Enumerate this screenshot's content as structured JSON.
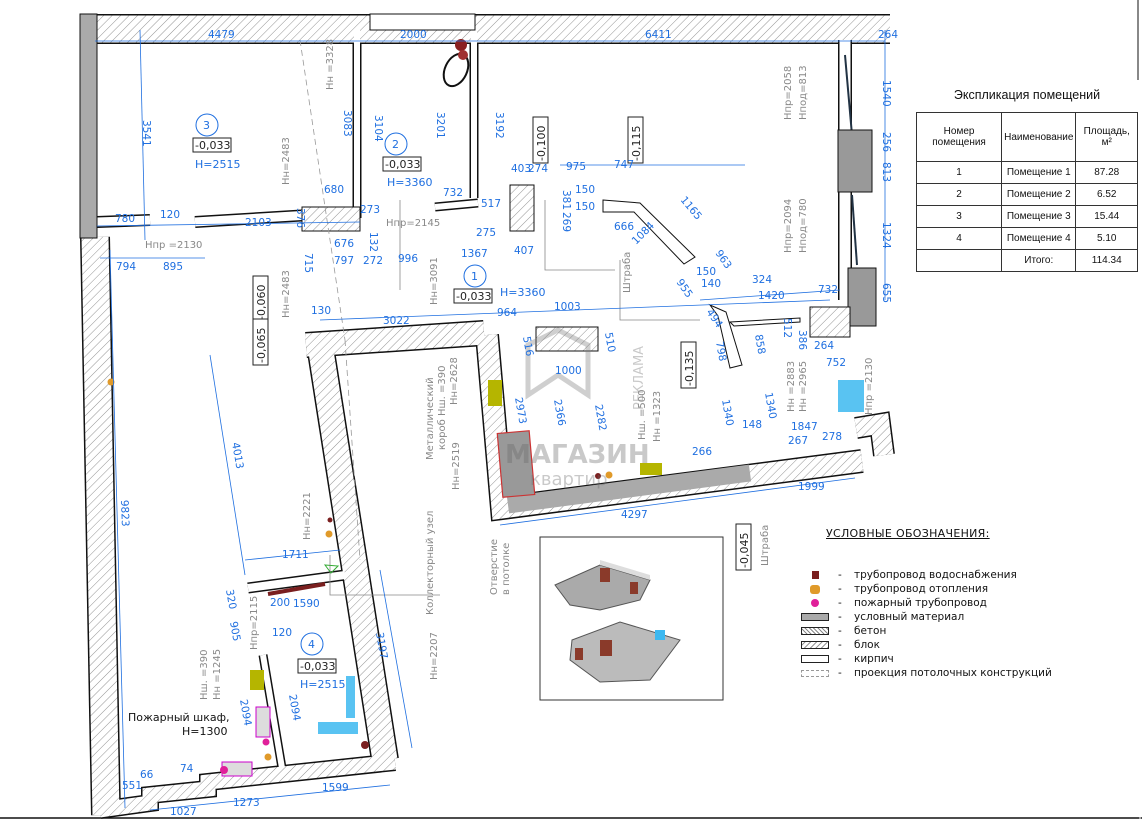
{
  "explication": {
    "title": "Экспликация помещений",
    "headers": [
      "Номер помещения",
      "Наименование",
      "Площадь, м²"
    ],
    "rows": [
      {
        "num": "1",
        "name": "Помещение 1",
        "area": "87.28"
      },
      {
        "num": "2",
        "name": "Помещение 2",
        "area": "6.52"
      },
      {
        "num": "3",
        "name": "Помещение 3",
        "area": "15.44"
      },
      {
        "num": "4",
        "name": "Помещение 4",
        "area": "5.10"
      },
      {
        "num": "",
        "name": "Итого:",
        "area": "114.34"
      }
    ]
  },
  "legend": {
    "title": "УСЛОВНЫЕ ОБОЗНАЧЕНИЯ:",
    "items": [
      {
        "label": "трубопровод водоснабжения",
        "color": "#7a1f1f"
      },
      {
        "label": "трубопровод отопления",
        "color": "#e09a2a"
      },
      {
        "label": "пожарный трубопровод",
        "color": "#e0209a"
      },
      {
        "label": "условный материал",
        "color": "#aaaaaa"
      },
      {
        "label": "бетон",
        "color": "#cccccc"
      },
      {
        "label": "блок",
        "color": "#dddddd"
      },
      {
        "label": "кирпич",
        "color": "#ffffff"
      },
      {
        "label": "проекция потолочных конструкций",
        "color": "#999999"
      }
    ],
    "dash": "-"
  },
  "rooms": [
    {
      "num": "1",
      "level": "-0,033",
      "height": "H=3360"
    },
    {
      "num": "2",
      "level": "-0,033",
      "height": "H=3360"
    },
    {
      "num": "3",
      "level": "-0,033",
      "height": "H=2515"
    },
    {
      "num": "4",
      "level": "-0,033",
      "height": "H=2515"
    }
  ],
  "levels": [
    "-0,100",
    "-0,115",
    "-0,060",
    "-0,065",
    "-0,135",
    "-0,045"
  ],
  "dims": [
    "4479",
    "2000",
    "6411",
    "264",
    "3541",
    "3083",
    "3104",
    "3201",
    "3192",
    "1540",
    "256",
    "813",
    "1324",
    "655",
    "780",
    "120",
    "2103",
    "376",
    "680",
    "273",
    "732",
    "517",
    "403",
    "274",
    "975",
    "747",
    "150",
    "150",
    "381",
    "269",
    "275",
    "407",
    "1367",
    "996",
    "676",
    "797",
    "272",
    "132",
    "794",
    "895",
    "715",
    "130",
    "3022",
    "964",
    "1003",
    "1165",
    "666",
    "1084",
    "963",
    "150",
    "140",
    "324",
    "1420",
    "732",
    "955",
    "494",
    "798",
    "858",
    "512",
    "386",
    "264",
    "752",
    "516",
    "510",
    "1000",
    "2973",
    "2366",
    "2282",
    "1340",
    "1340",
    "148",
    "266",
    "1847",
    "267",
    "278",
    "1999",
    "4297",
    "4013",
    "9823",
    "1711",
    "320",
    "200",
    "1590",
    "905",
    "120",
    "2094",
    "2094",
    "3197",
    "551",
    "66",
    "74",
    "1027",
    "1273",
    "1599"
  ],
  "notes": {
    "hnp_2130": "Hпр =2130",
    "hnp_2145": "Hпр=2145",
    "hnp_2115": "Hпр=2115",
    "hnp_2058": "Hпр=2058",
    "hpod_813": "Hпод=813",
    "hnp_2094": "Hпр=2094",
    "hpod_780": "Hпод=780",
    "hn_3328": "Hн =3328",
    "hn_2483a": "Hн=2483",
    "hn_2483b": "Hн=2483",
    "hn_3091": "Hн=3091",
    "shtraba1": "Штраба",
    "shtraba2": "Штраба",
    "metal_box": "Металлический",
    "metal_box2": "короб  Hш. =390",
    "hn_2628": "Hн=2628",
    "hn_2519": "Hн=2519",
    "hsh_500": "Hш. =500",
    "hn_1323": "Hн =1323",
    "hn_2883": "Hн =2883",
    "hn_2965": "Hн =2965",
    "hnp_2130b": "Hпр =2130",
    "otv": "Отверстие",
    "otv2": "в потолке",
    "hn_2221": "Hн=2221",
    "kollektor": "Коллекторный узел",
    "hn_2207": "Hн=2207",
    "hsh_390": "Hш. =390",
    "hn_1245": "Hн =1245",
    "fire_cab": "Пожарный шкаф,",
    "fire_cab_h": "H=1300"
  },
  "watermark": {
    "brand": "МАГАЗИН",
    "sub": "квартир",
    "ad": "РЕКЛАМА"
  }
}
